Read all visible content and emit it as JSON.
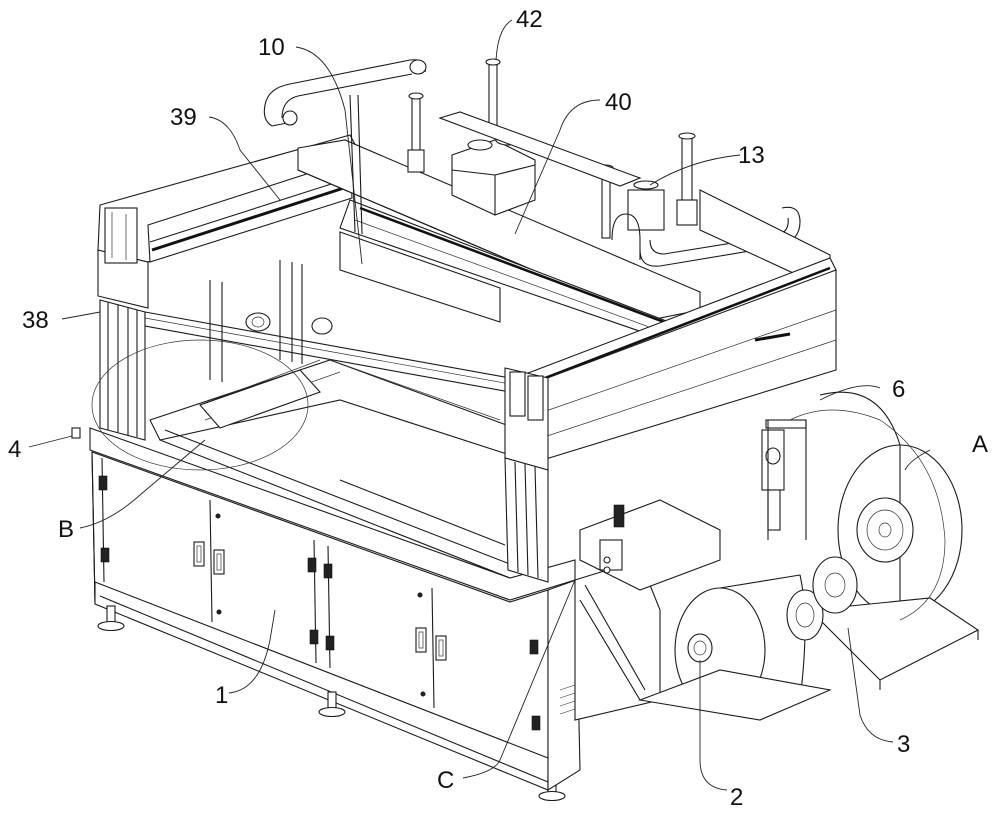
{
  "figure": {
    "type": "patent isometric line drawing",
    "subject": "automated film / web processing machine with cabinet base, gantry frame and unwinding rolls",
    "colors": {
      "ink": "#1a1a1a",
      "background": "#ffffff"
    }
  },
  "reference_labels": [
    {
      "id": "42",
      "text": "42",
      "points_to": "vertical column on upper carriage"
    },
    {
      "id": "10",
      "text": "10",
      "points_to": "suspended plate under gantry"
    },
    {
      "id": "40",
      "text": "40",
      "points_to": "gantry beam / front frame"
    },
    {
      "id": "39",
      "text": "39",
      "points_to": "left linear rail"
    },
    {
      "id": "13",
      "text": "13",
      "points_to": "right lift cylinder assembly"
    },
    {
      "id": "38",
      "text": "38",
      "points_to": "front cross beam"
    },
    {
      "id": "6",
      "text": "6",
      "points_to": "front roll unit"
    },
    {
      "id": "4",
      "text": "4",
      "points_to": "side switch"
    },
    {
      "id": "A",
      "text": "A",
      "points_to": "detail circle A (right roll area)"
    },
    {
      "id": "B",
      "text": "B",
      "points_to": "detail circle B (left table area)"
    },
    {
      "id": "1",
      "text": "1",
      "points_to": "machine cabinet base"
    },
    {
      "id": "C",
      "text": "C",
      "points_to": "detail C (feed area)"
    },
    {
      "id": "2",
      "text": "2",
      "points_to": "front material roll"
    },
    {
      "id": "3",
      "text": "3",
      "points_to": "rear roll drive / pulley"
    }
  ]
}
